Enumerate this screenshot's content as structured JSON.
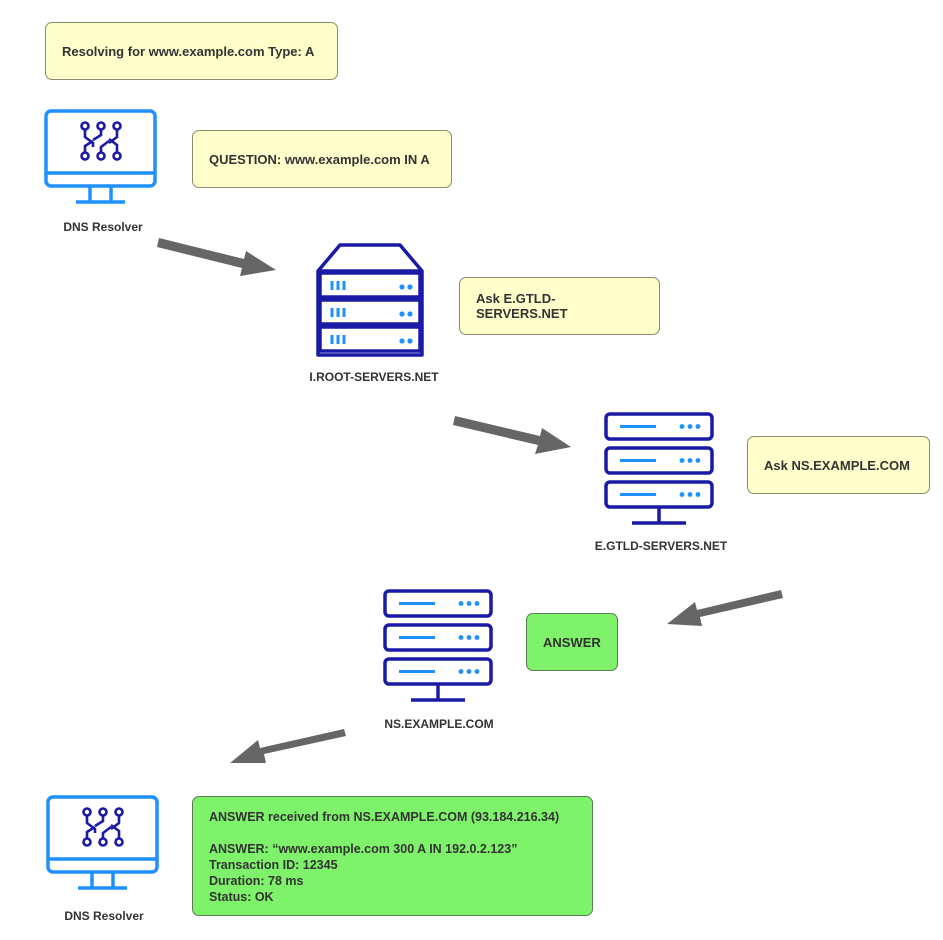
{
  "notes": {
    "resolving": "Resolving for www.example.com Type: A",
    "question": "QUESTION: www.example.com IN A",
    "ask_gtld": "Ask E.GTLD-SERVERS.NET",
    "ask_ns": "Ask NS.EXAMPLE.COM",
    "answer": "ANSWER"
  },
  "nodes": {
    "resolver_top": "DNS Resolver",
    "root": "I.ROOT-SERVERS.NET",
    "gtld": "E.GTLD-SERVERS.NET",
    "ns": "NS.EXAMPLE.COM",
    "resolver_bottom": "DNS Resolver"
  },
  "result": {
    "header": "ANSWER received from NS.EXAMPLE.COM (93.184.216.34)",
    "answer_line": "ANSWER: “www.example.com 300 A IN 192.0.2.123”",
    "transaction": "Transaction ID: 12345",
    "duration": "Duration: 78 ms",
    "status": "Status: OK"
  },
  "colors": {
    "note_yellow": "#ffffcc",
    "note_green": "#7ef26a",
    "icon_navy": "#1a1aa6",
    "icon_blue": "#1e90ff",
    "arrow_gray": "#666666"
  },
  "icons": {
    "resolver": "computer-monitor-icon",
    "root": "server-rack-icon",
    "server": "server-stack-icon"
  }
}
